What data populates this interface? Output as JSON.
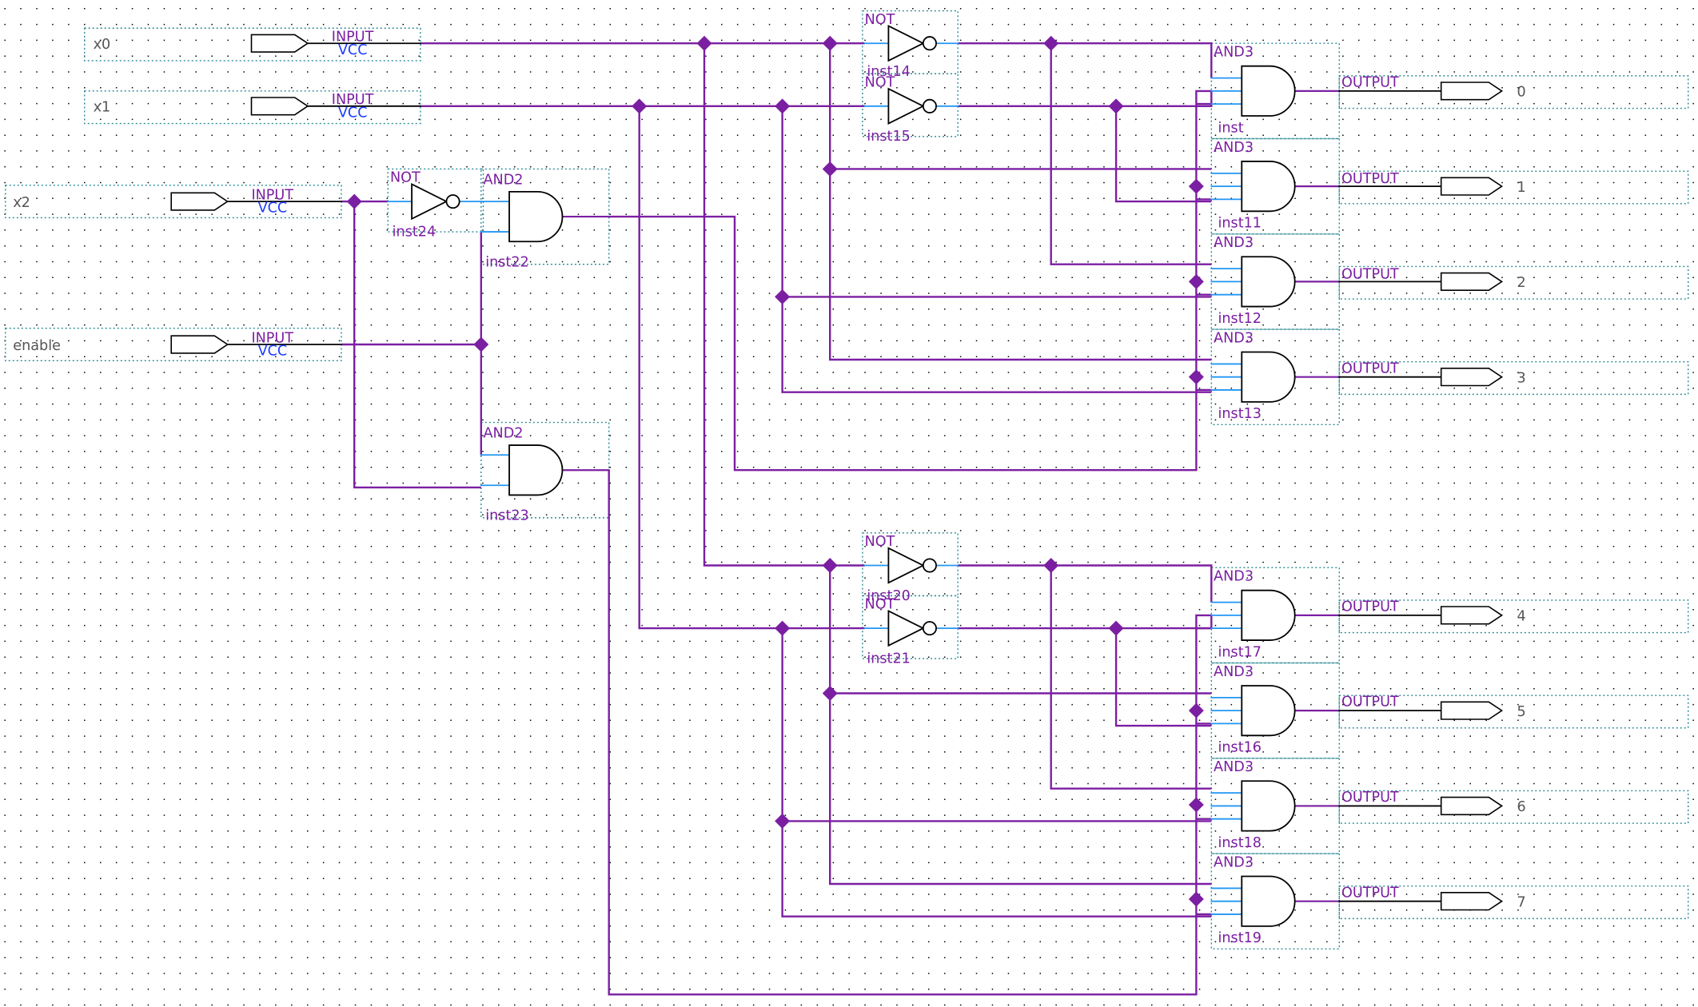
{
  "colors": {
    "wire": "#7b1fa2",
    "pin_wire": "#2196f3",
    "label_purple": "#7b1fa2",
    "label_blue": "#1a3cff",
    "label_plain": "#555555",
    "outline": "#000000",
    "box_dotted": "#2a8a95",
    "grid_dot": "#000000",
    "background": "#ffffff"
  },
  "inputs": [
    {
      "name": "x0",
      "type": "INPUT",
      "default": "VCC"
    },
    {
      "name": "x1",
      "type": "INPUT",
      "default": "VCC"
    },
    {
      "name": "x2",
      "type": "INPUT",
      "default": "VCC"
    },
    {
      "name": "enable",
      "type": "INPUT",
      "default": "VCC"
    }
  ],
  "outputs": [
    {
      "name": "0",
      "type": "OUTPUT"
    },
    {
      "name": "1",
      "type": "OUTPUT"
    },
    {
      "name": "2",
      "type": "OUTPUT"
    },
    {
      "name": "3",
      "type": "OUTPUT"
    },
    {
      "name": "4",
      "type": "OUTPUT"
    },
    {
      "name": "5",
      "type": "OUTPUT"
    },
    {
      "name": "6",
      "type": "OUTPUT"
    },
    {
      "name": "7",
      "type": "OUTPUT"
    }
  ],
  "not_gates": [
    {
      "type": "NOT",
      "inst": "inst14"
    },
    {
      "type": "NOT",
      "inst": "inst15"
    },
    {
      "type": "NOT",
      "inst": "inst24"
    },
    {
      "type": "NOT",
      "inst": "inst20"
    },
    {
      "type": "NOT",
      "inst": "inst21"
    }
  ],
  "and2_gates": [
    {
      "type": "AND2",
      "inst": "inst22"
    },
    {
      "type": "AND2",
      "inst": "inst23"
    }
  ],
  "and3_gates": [
    {
      "type": "AND3",
      "inst": "inst"
    },
    {
      "type": "AND3",
      "inst": "inst11"
    },
    {
      "type": "AND3",
      "inst": "inst12"
    },
    {
      "type": "AND3",
      "inst": "inst13"
    },
    {
      "type": "AND3",
      "inst": "inst17"
    },
    {
      "type": "AND3",
      "inst": "inst16"
    },
    {
      "type": "AND3",
      "inst": "inst18"
    },
    {
      "type": "AND3",
      "inst": "inst19"
    }
  ]
}
